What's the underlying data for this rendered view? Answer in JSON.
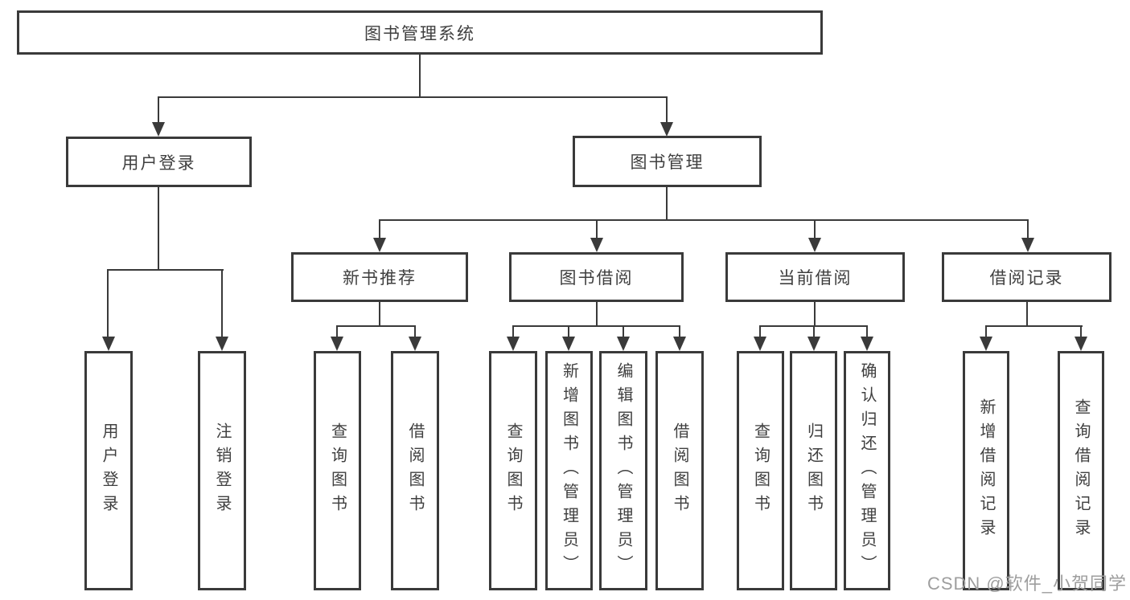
{
  "tree": {
    "root": "图书管理系统",
    "branches": [
      {
        "label": "用户登录",
        "children": [
          "用户登录",
          "注销登录"
        ]
      },
      {
        "label": "图书管理",
        "children": [
          {
            "label": "新书推荐",
            "children": [
              "查询图书",
              "借阅图书"
            ]
          },
          {
            "label": "图书借阅",
            "children": [
              "查询图书",
              "新增图书（管理员）",
              "编辑图书（管理员）",
              "借阅图书"
            ]
          },
          {
            "label": "当前借阅",
            "children": [
              "查询图书",
              "归还图书",
              "确认归还（管理员）"
            ]
          },
          {
            "label": "借阅记录",
            "children": [
              "新增借阅记录",
              "查询借阅记录"
            ]
          }
        ]
      }
    ]
  },
  "watermark": {
    "text": "CSDN @软件_小贺同学"
  },
  "colors": {
    "line": "#3a3a3a",
    "text": "#3f3f3f",
    "watermark": "#9e9e9e",
    "background": "#ffffff"
  }
}
